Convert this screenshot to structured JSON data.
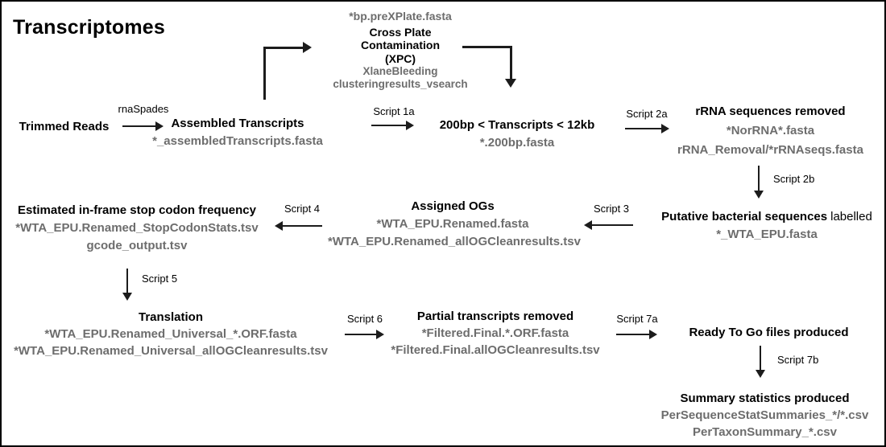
{
  "page": {
    "title": "Transcriptomes"
  },
  "diagram": {
    "colors": {
      "text": "#000000",
      "file_text": "#6d6d6d",
      "arrow": "#1c1c1c"
    },
    "xpc": {
      "file_above": "*bp.preXPlate.fasta",
      "title_lines": [
        "Cross Plate",
        "Contamination",
        "(XPC)"
      ],
      "files_below": [
        "XlaneBleeding",
        "clusteringresults_vsearch"
      ]
    },
    "nodes": {
      "trimmed_reads": {
        "title": "Trimmed Reads"
      },
      "assembled_transcripts": {
        "title": "Assembled Transcripts",
        "files": [
          "*_assembledTranscripts.fasta"
        ]
      },
      "size_filtered": {
        "title": "200bp < Transcripts < 12kb",
        "files": [
          "*.200bp.fasta"
        ]
      },
      "rrna_removed": {
        "title": "rRNA sequences removed",
        "files": [
          "*NorRNA*.fasta",
          "rRNA_Removal/*rRNAseqs.fasta"
        ]
      },
      "bacterial_labelled": {
        "title_bold": "Putative bacterial sequences",
        "title_regular": "labelled",
        "files": [
          "*_WTA_EPU.fasta"
        ]
      },
      "assigned_ogs": {
        "title": "Assigned OGs",
        "files": [
          "*WTA_EPU.Renamed.fasta",
          "*WTA_EPU.Renamed_allOGCleanresults.tsv"
        ]
      },
      "stop_codon": {
        "title": "Estimated in-frame stop codon frequency",
        "files": [
          "*WTA_EPU.Renamed_StopCodonStats.tsv",
          "gcode_output.tsv"
        ]
      },
      "translation": {
        "title": "Translation",
        "files": [
          "*WTA_EPU.Renamed_Universal_*.ORF.fasta",
          "*WTA_EPU.Renamed_Universal_allOGCleanresults.tsv"
        ]
      },
      "partial_removed": {
        "title": "Partial transcripts removed",
        "files": [
          "*Filtered.Final.*.ORF.fasta",
          "*Filtered.Final.allOGCleanresults.tsv"
        ]
      },
      "ready_to_go": {
        "title": "Ready To Go files produced"
      },
      "summary_stats": {
        "title": "Summary statistics produced",
        "files": [
          "PerSequenceStatSummaries_*/*.csv",
          "PerTaxonSummary_*.csv"
        ]
      }
    },
    "arrow_labels": {
      "rnaspades": "rnaSpades",
      "script_1a": "Script 1a",
      "script_2a": "Script 2a",
      "script_2b": "Script 2b",
      "script_3": "Script 3",
      "script_4": "Script 4",
      "script_5": "Script 5",
      "script_6": "Script 6",
      "script_7a": "Script 7a",
      "script_7b": "Script 7b"
    }
  }
}
